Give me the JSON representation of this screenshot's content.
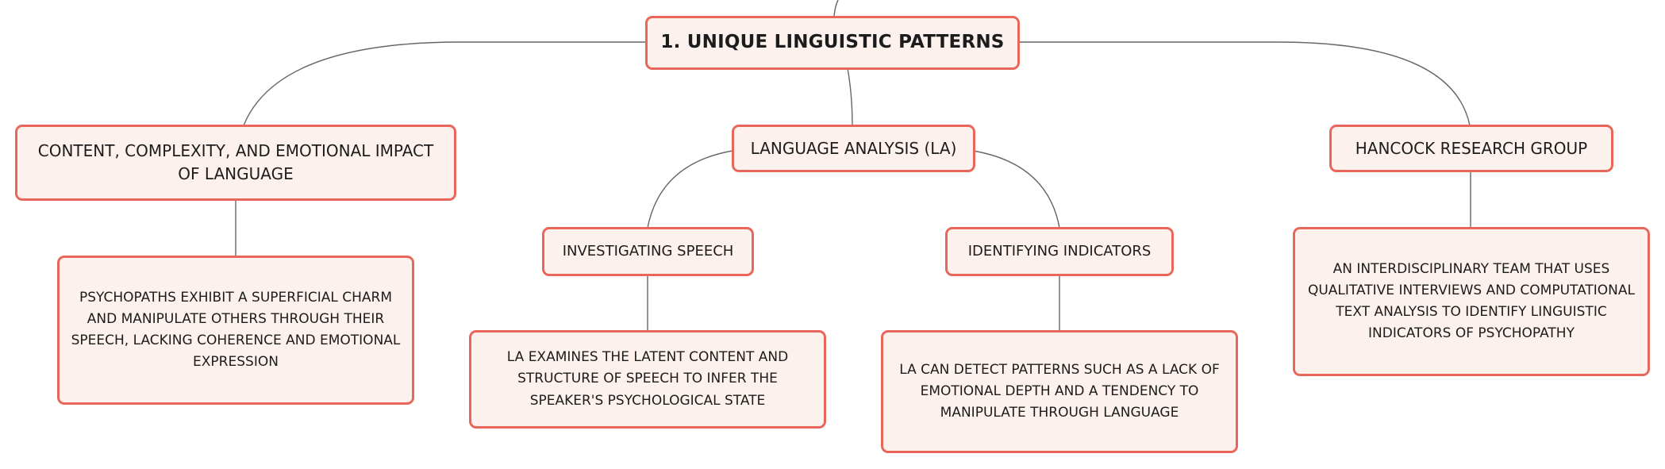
{
  "colors": {
    "border": "#e8675a",
    "fill": "#fdf1ee",
    "line": "#666666",
    "text": "#1c1c1c"
  },
  "diagram": {
    "root": "1. UNIQUE LINGUISTIC PATTERNS",
    "content": {
      "label": "CONTENT, COMPLEXITY, AND EMOTIONAL IMPACT OF LANGUAGE",
      "detail": "PSYCHOPATHS EXHIBIT A SUPERFICIAL CHARM AND MANIPULATE OTHERS THROUGH THEIR SPEECH, LACKING COHERENCE AND EMOTIONAL EXPRESSION"
    },
    "la": {
      "label": "LANGUAGE ANALYSIS (LA)",
      "speech": {
        "label": "INVESTIGATING SPEECH",
        "detail": "LA EXAMINES THE LATENT CONTENT AND STRUCTURE OF SPEECH TO INFER THE SPEAKER'S PSYCHOLOGICAL STATE"
      },
      "indicators": {
        "label": "IDENTIFYING INDICATORS",
        "detail": "LA CAN DETECT PATTERNS SUCH AS A LACK OF EMOTIONAL DEPTH AND A TENDENCY TO MANIPULATE THROUGH LANGUAGE"
      }
    },
    "hancock": {
      "label": "HANCOCK RESEARCH GROUP",
      "detail": "AN INTERDISCIPLINARY TEAM THAT USES QUALITATIVE INTERVIEWS AND COMPUTATIONAL TEXT ANALYSIS TO IDENTIFY LINGUISTIC INDICATORS OF PSYCHOPATHY"
    }
  }
}
